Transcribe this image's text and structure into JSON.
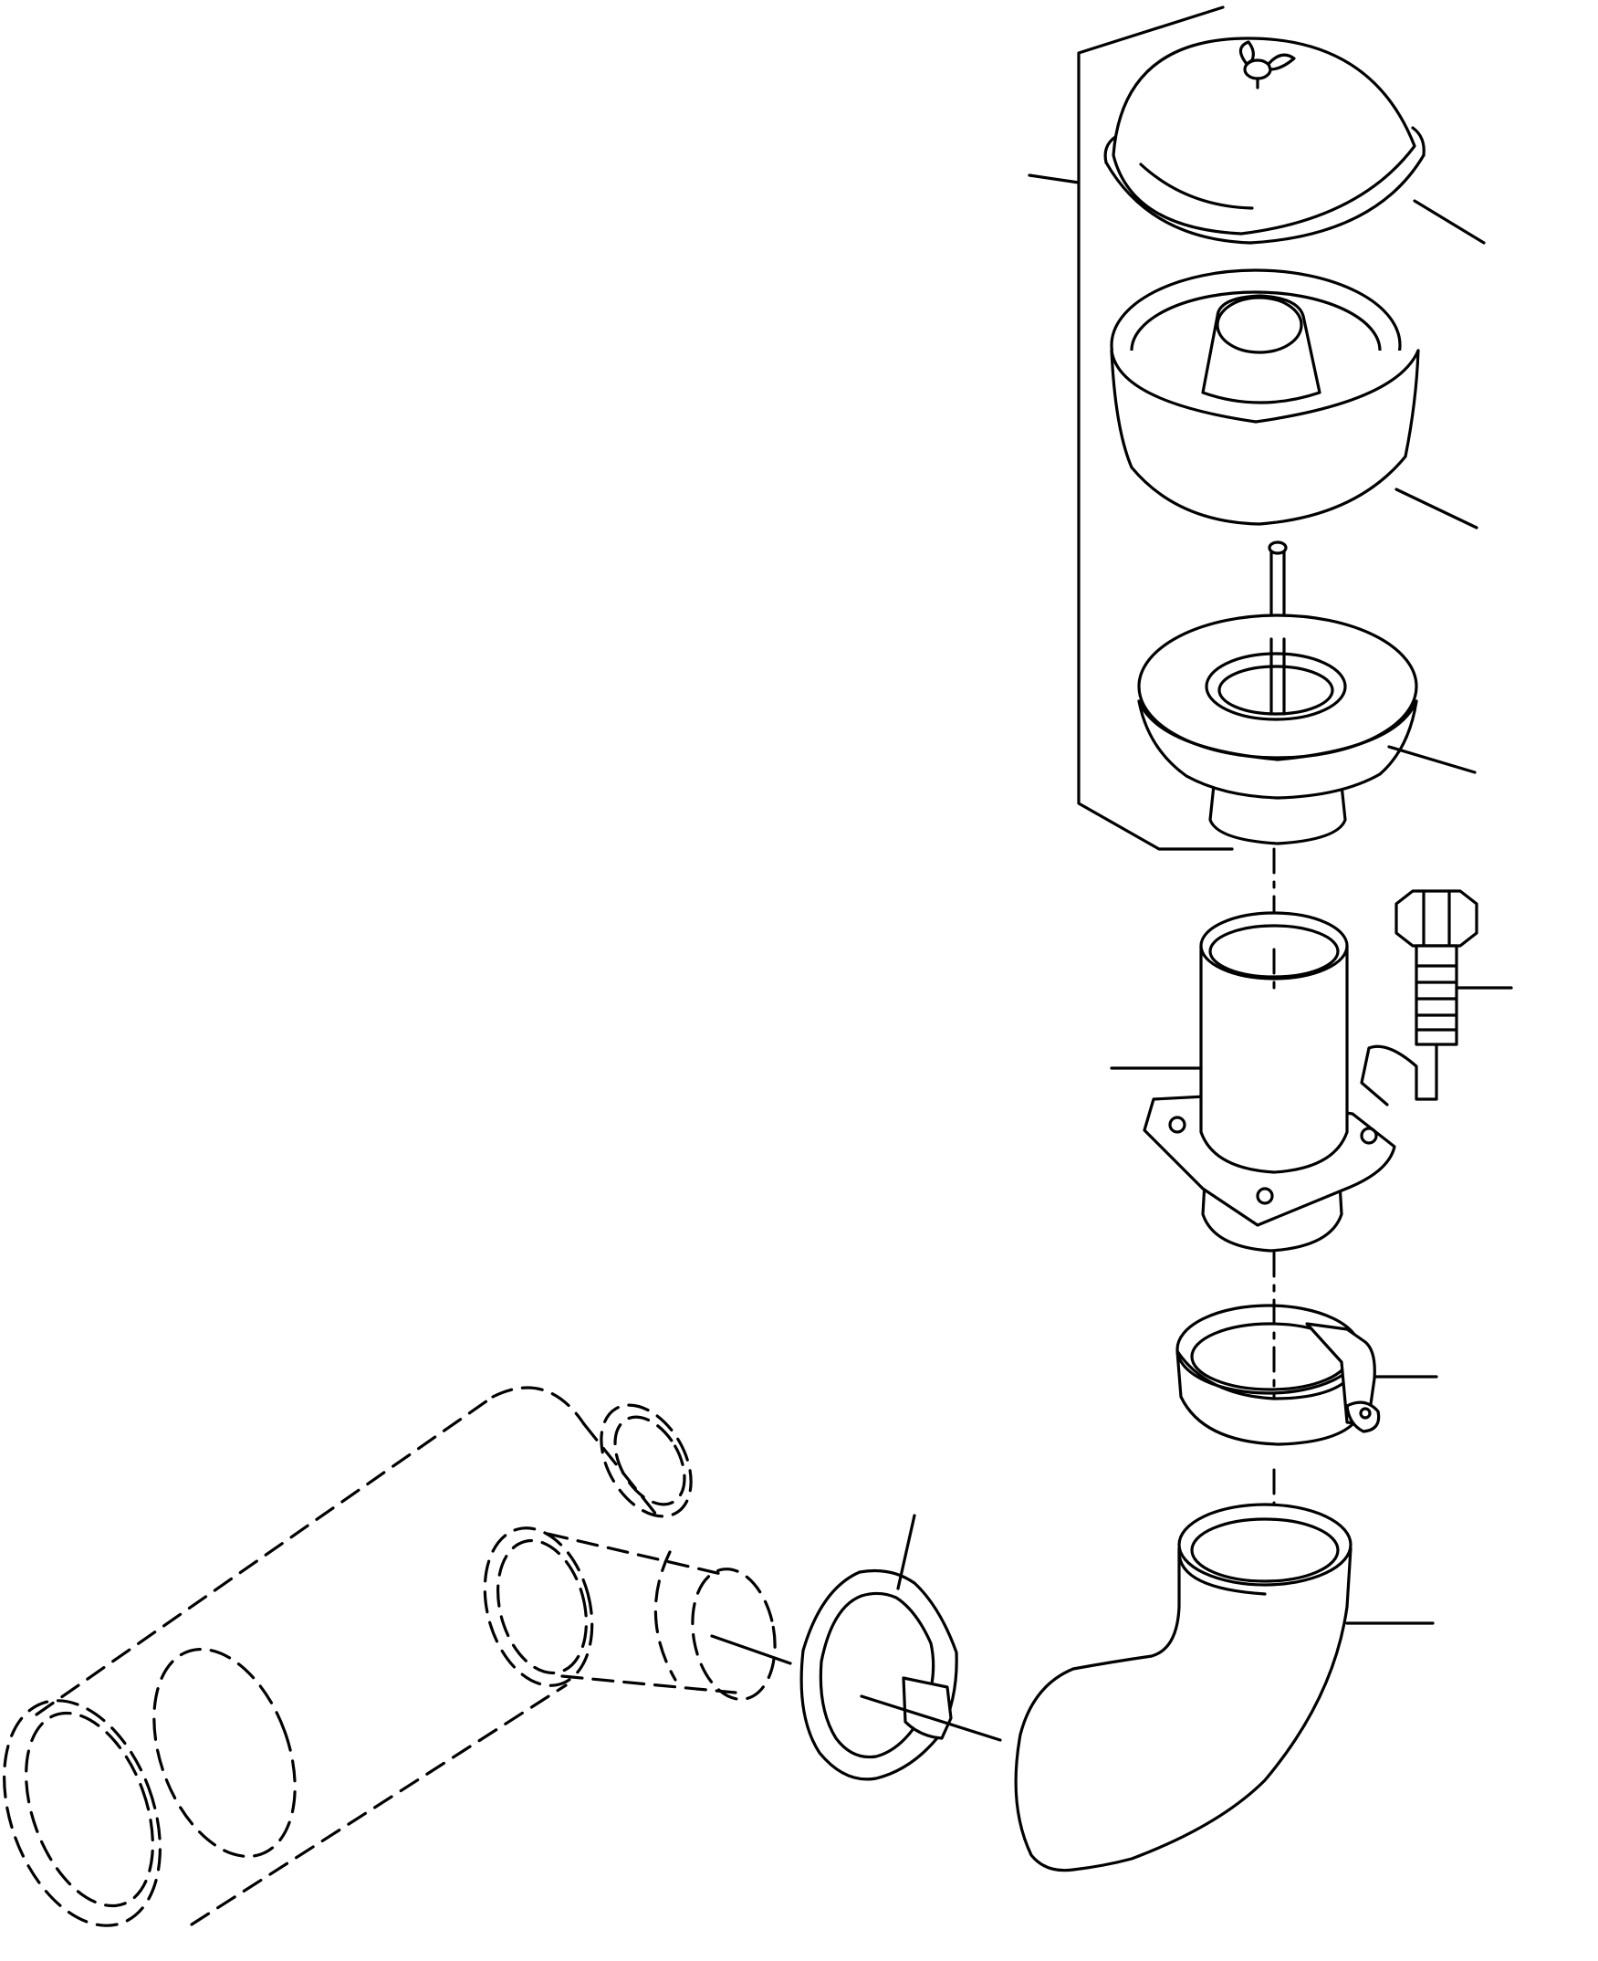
{
  "diagram": {
    "kind": "exploded-parts-view",
    "line_color": "#000000",
    "background": "#ffffff",
    "parts": [
      {
        "id": "air-cleaner-cover"
      },
      {
        "id": "air-cleaner-bowl"
      },
      {
        "id": "air-cleaner-element"
      },
      {
        "id": "intake-tube-with-flange"
      },
      {
        "id": "flange-bolt"
      },
      {
        "id": "hose-clamp-upper"
      },
      {
        "id": "elbow-hose"
      },
      {
        "id": "hose-clamp-lower"
      },
      {
        "id": "intake-manifold-phantom"
      }
    ]
  }
}
